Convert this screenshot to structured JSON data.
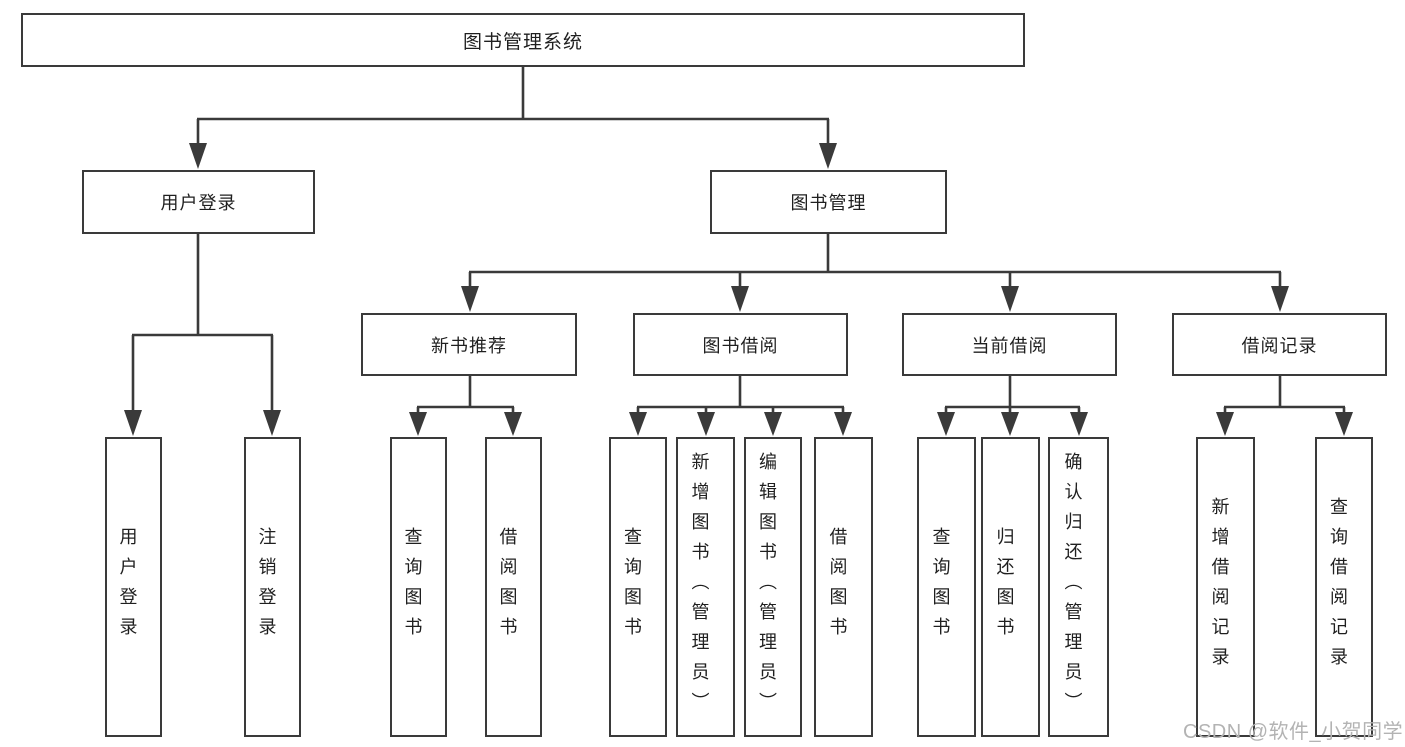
{
  "diagram": {
    "root": {
      "label": "图书管理系统"
    },
    "branches": [
      {
        "label": "用户登录",
        "leaves": [
          "用户登录",
          "注销登录"
        ]
      },
      {
        "label": "图书管理",
        "children": [
          {
            "label": "新书推荐",
            "leaves": [
              "查询图书",
              "借阅图书"
            ]
          },
          {
            "label": "图书借阅",
            "leaves": [
              "查询图书",
              "新增图书（管理员）",
              "编辑图书（管理员）",
              "借阅图书"
            ]
          },
          {
            "label": "当前借阅",
            "leaves": [
              "查询图书",
              "归还图书",
              "确认归还（管理员）"
            ]
          },
          {
            "label": "借阅记录",
            "leaves": [
              "新增借阅记录",
              "查询借阅记录"
            ]
          }
        ]
      }
    ],
    "watermark": "CSDN @软件_小贺同学",
    "colors": {
      "line": "#3a3a3a",
      "text": "#1f1f1f",
      "background": "#ffffff",
      "watermark": "#b3b3b3"
    }
  }
}
